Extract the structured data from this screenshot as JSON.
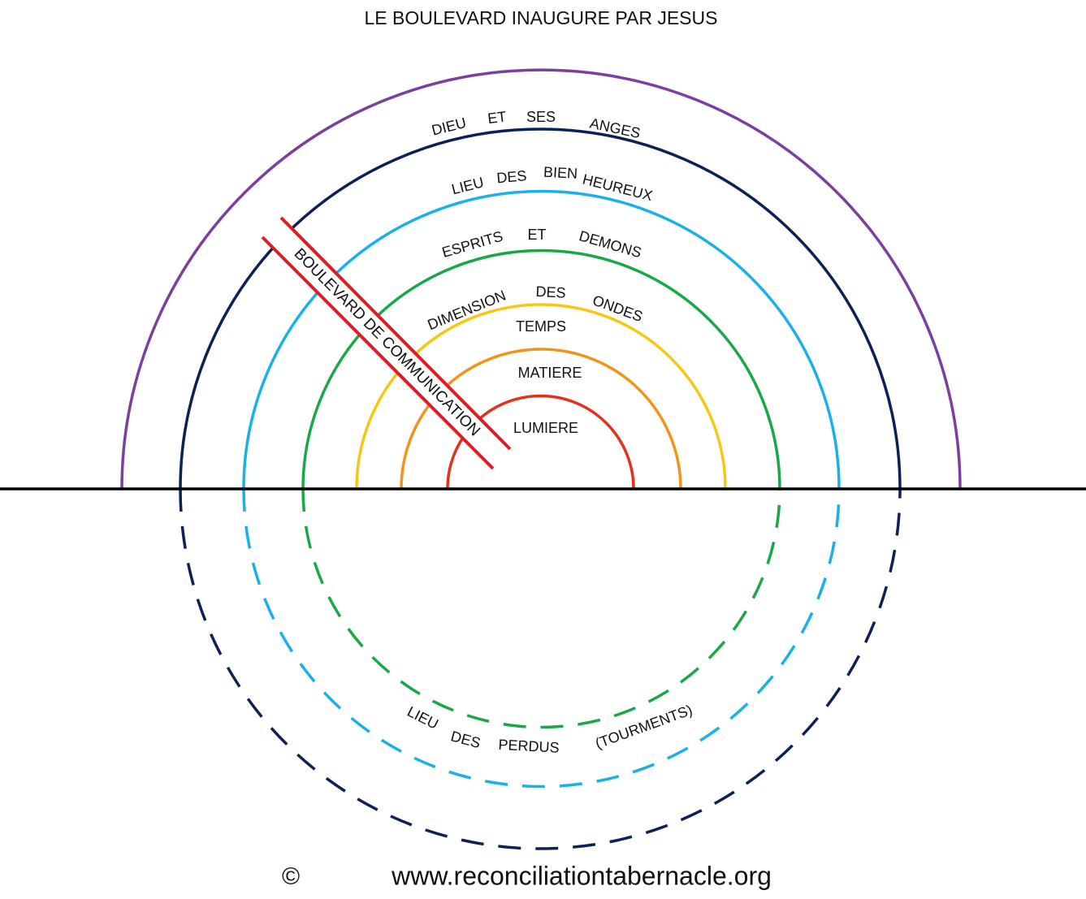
{
  "title": "LE BOULEVARD INAUGURE PAR JESUS",
  "colors": {
    "purple": "#7b3fa0",
    "navy": "#0d2158",
    "lightblue": "#1ab0e8",
    "green": "#18a84a",
    "yellow": "#f5c816",
    "orange": "#f0951a",
    "red": "#e3311c",
    "boulevard": "#e01b24",
    "axis": "#000000"
  },
  "rings": {
    "dieu": [
      "DIEU",
      "ET",
      "SES",
      "ANGES"
    ],
    "bienheureux": [
      "LIEU",
      "DES",
      "BIEN",
      "HEUREUX"
    ],
    "esprits": [
      "ESPRITS",
      "ET",
      "DEMONS"
    ],
    "ondes": [
      "DIMENSION",
      "DES",
      "ONDES"
    ],
    "temps": "TEMPS",
    "matiere": "MATIERE",
    "lumiere": "LUMIERE"
  },
  "perdus": [
    "LIEU",
    "DES",
    "PERDUS",
    "(TOURMENTS)"
  ],
  "boulevard": "BOULEVARD DE COMMUNICATION",
  "footer": {
    "copyright": "©",
    "url": "www.reconciliationtabernacle.org"
  }
}
